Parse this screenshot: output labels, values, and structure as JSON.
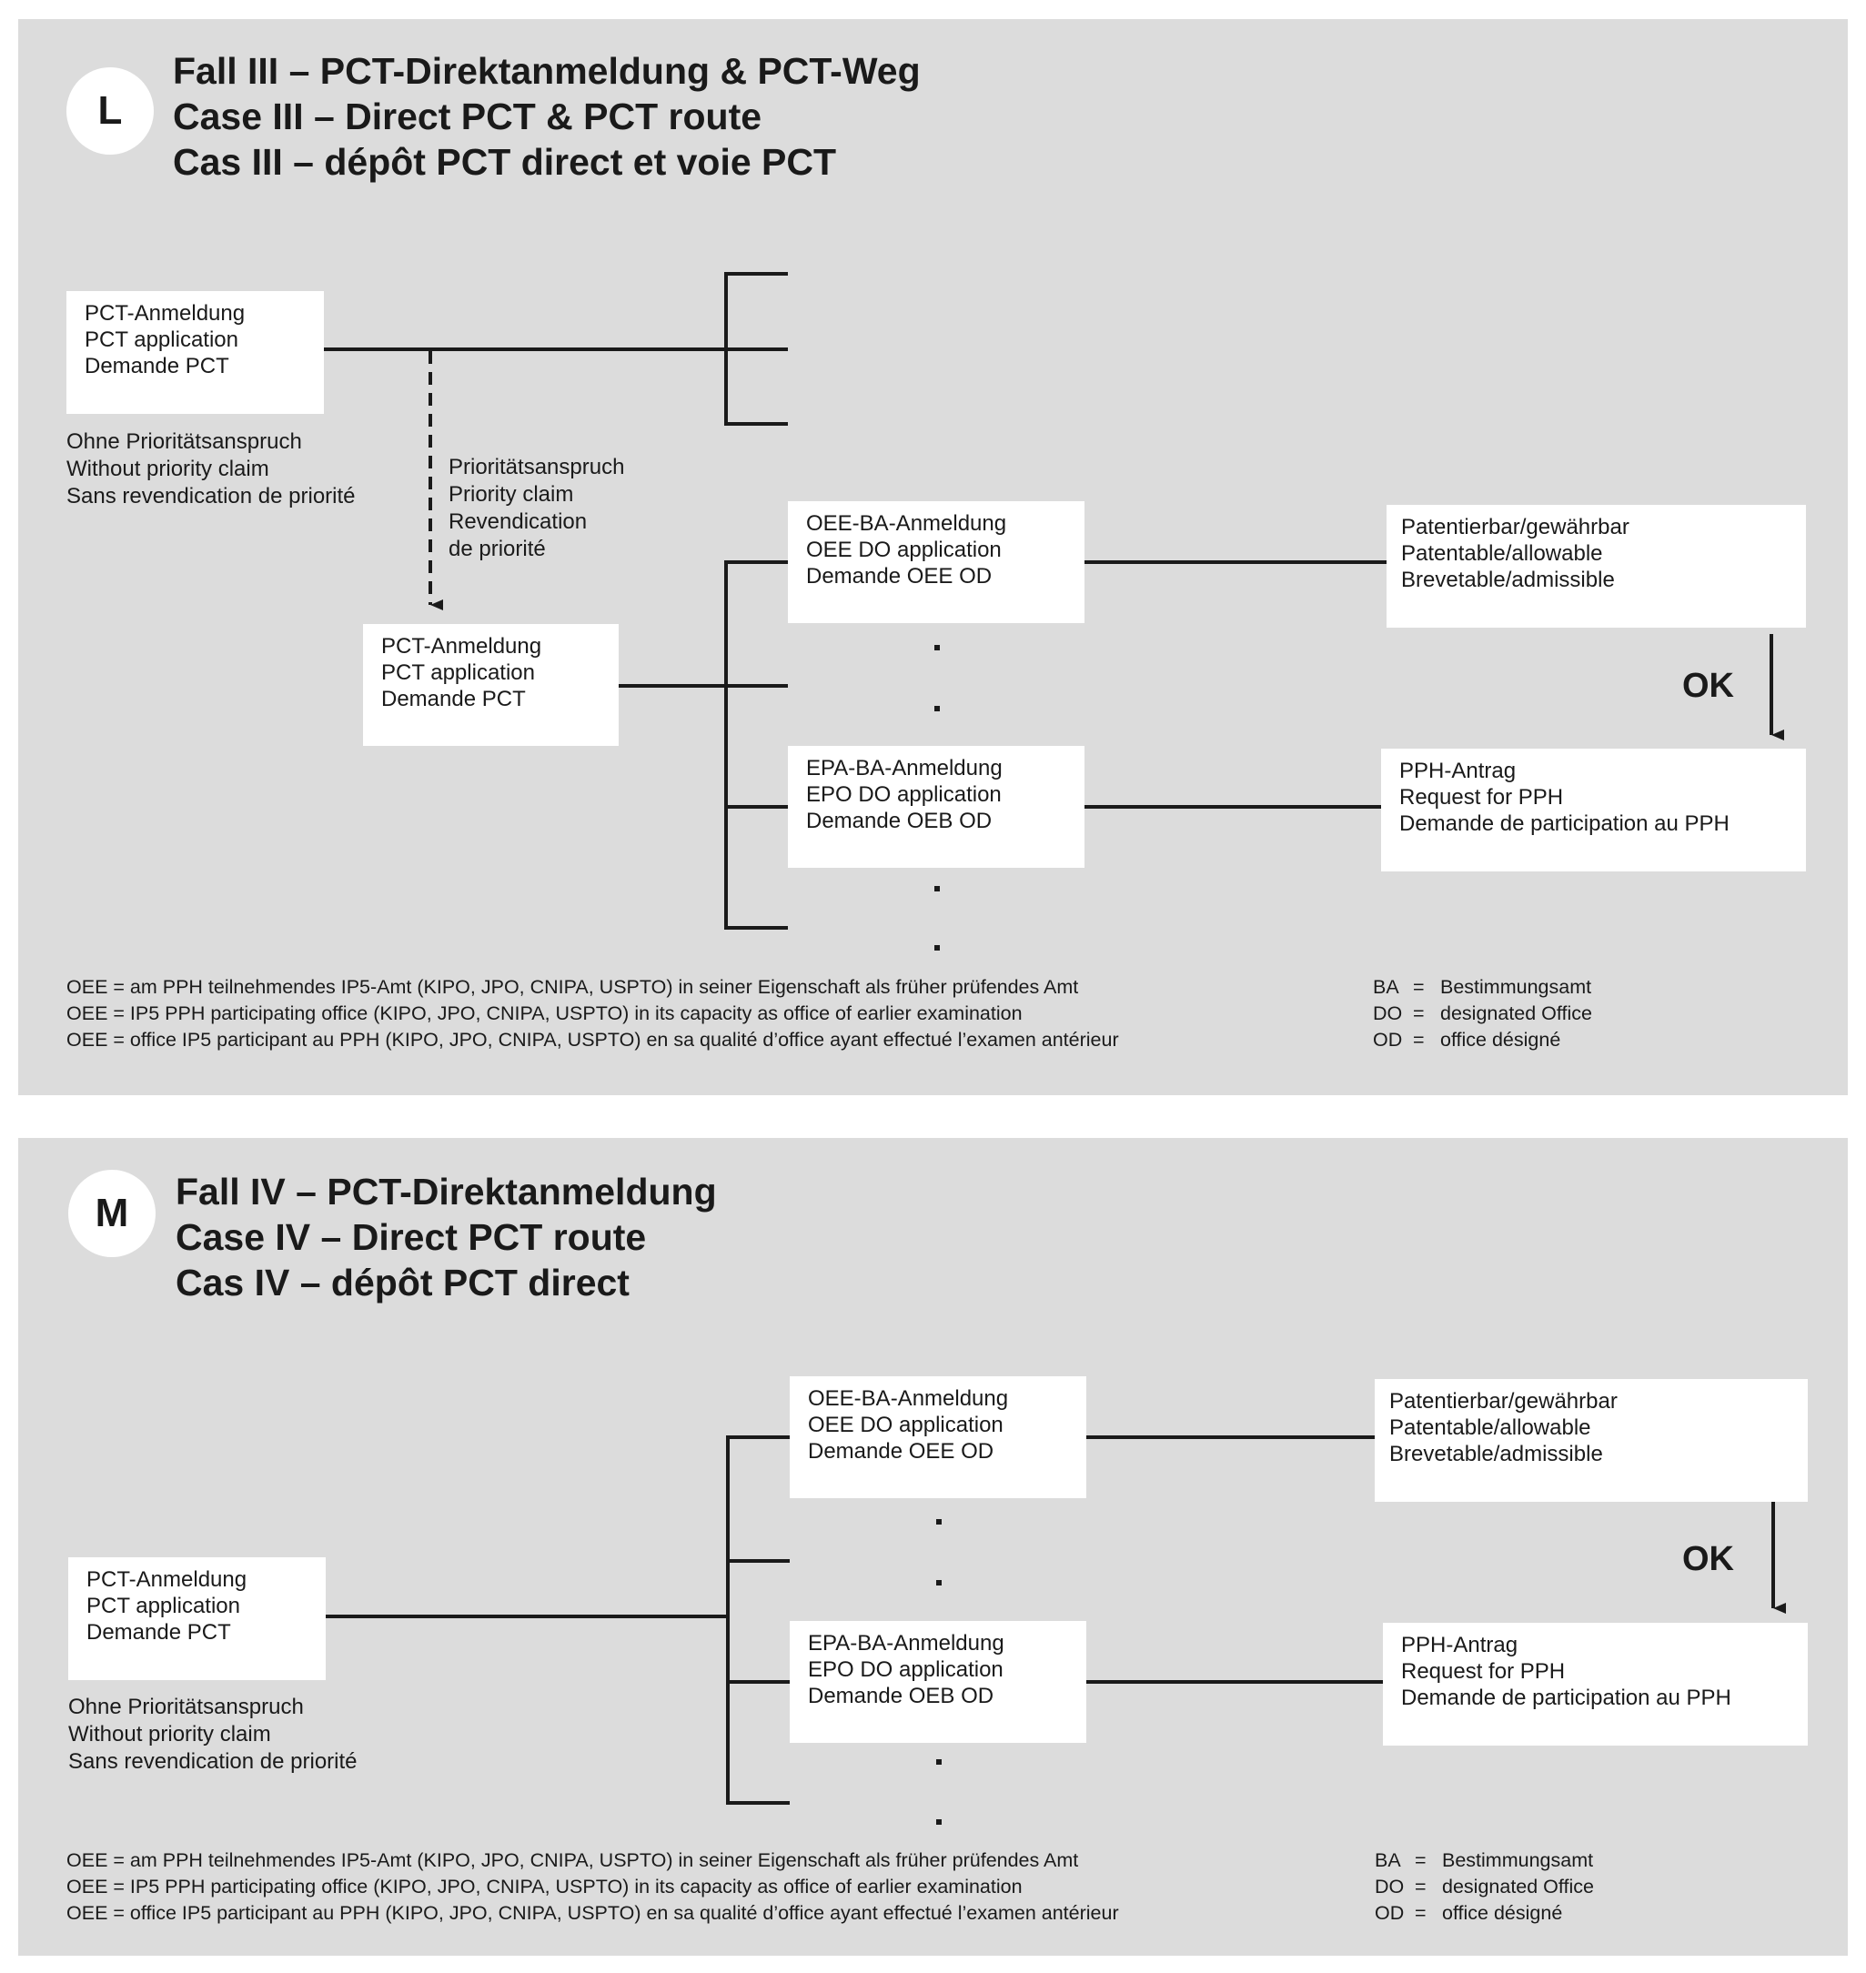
{
  "panel_L": {
    "badge": "L",
    "title": [
      "Fall III – PCT-Direktanmeldung & PCT-Weg",
      "Case III – Direct PCT & PCT route",
      "Cas III – dépôt PCT direct et voie PCT"
    ],
    "pct_first": [
      "PCT-Anmeldung",
      "PCT application",
      "Demande PCT"
    ],
    "no_priority": [
      "Ohne Prioritätsanspruch",
      "Without priority claim",
      "Sans revendication de priorité"
    ],
    "priority": [
      "Prioritätsanspruch",
      "Priority claim",
      "Revendication",
      "de priorité"
    ],
    "pct_second": [
      "PCT-Anmeldung",
      "PCT application",
      "Demande PCT"
    ],
    "oee_box": [
      "OEE-BA-Anmeldung",
      "OEE DO application",
      "Demande OEE OD"
    ],
    "epa_box": [
      "EPA-BA-Anmeldung",
      "EPO DO application",
      "Demande OEB OD"
    ],
    "patentable": [
      "Patentierbar/gewährbar",
      "Patentable/allowable",
      "Brevetable/admissible"
    ],
    "ok": "OK",
    "pph": [
      "PPH-Antrag",
      "Request for PPH",
      "Demande de participation au PPH"
    ],
    "legend": [
      "OEE = am PPH teilnehmendes IP5-Amt (KIPO, JPO, CNIPA, USPTO) in seiner Eigenschaft als früher prüfendes Amt",
      "OEE = IP5 PPH participating office (KIPO, JPO, CNIPA, USPTO) in its capacity as office of earlier examination",
      "OEE = office IP5 participant au PPH (KIPO, JPO, CNIPA, USPTO) en sa qualité d’office ayant effectué l’examen antérieur"
    ],
    "abbr": [
      {
        "k": "BA",
        "eq": "=",
        "v": "Bestimmungsamt"
      },
      {
        "k": "DO",
        "eq": "=",
        "v": "designated Office"
      },
      {
        "k": "OD",
        "eq": "=",
        "v": "office désigné"
      }
    ]
  },
  "panel_M": {
    "badge": "M",
    "title": [
      "Fall IV – PCT-Direktanmeldung",
      "Case IV – Direct PCT route",
      "Cas IV – dépôt PCT direct"
    ],
    "pct_first": [
      "PCT-Anmeldung",
      "PCT application",
      "Demande PCT"
    ],
    "no_priority": [
      "Ohne Prioritätsanspruch",
      "Without priority claim",
      "Sans revendication de priorité"
    ],
    "oee_box": [
      "OEE-BA-Anmeldung",
      "OEE DO application",
      "Demande OEE OD"
    ],
    "epa_box": [
      "EPA-BA-Anmeldung",
      "EPO DO application",
      "Demande OEB OD"
    ],
    "patentable": [
      "Patentierbar/gewährbar",
      "Patentable/allowable",
      "Brevetable/admissible"
    ],
    "ok": "OK",
    "pph": [
      "PPH-Antrag",
      "Request for PPH",
      "Demande de participation au PPH"
    ],
    "legend": [
      "OEE = am PPH teilnehmendes IP5-Amt (KIPO, JPO, CNIPA, USPTO) in seiner Eigenschaft als früher prüfendes Amt",
      "OEE = IP5 PPH participating office (KIPO, JPO, CNIPA, USPTO) in its capacity as office of earlier examination",
      "OEE = office IP5 participant au PPH (KIPO, JPO, CNIPA, USPTO) en sa qualité d’office ayant effectué l’examen antérieur"
    ],
    "abbr": [
      {
        "k": "BA",
        "eq": "=",
        "v": "Bestimmungsamt"
      },
      {
        "k": "DO",
        "eq": "=",
        "v": "designated Office"
      },
      {
        "k": "OD",
        "eq": "=",
        "v": "office désigné"
      }
    ]
  }
}
